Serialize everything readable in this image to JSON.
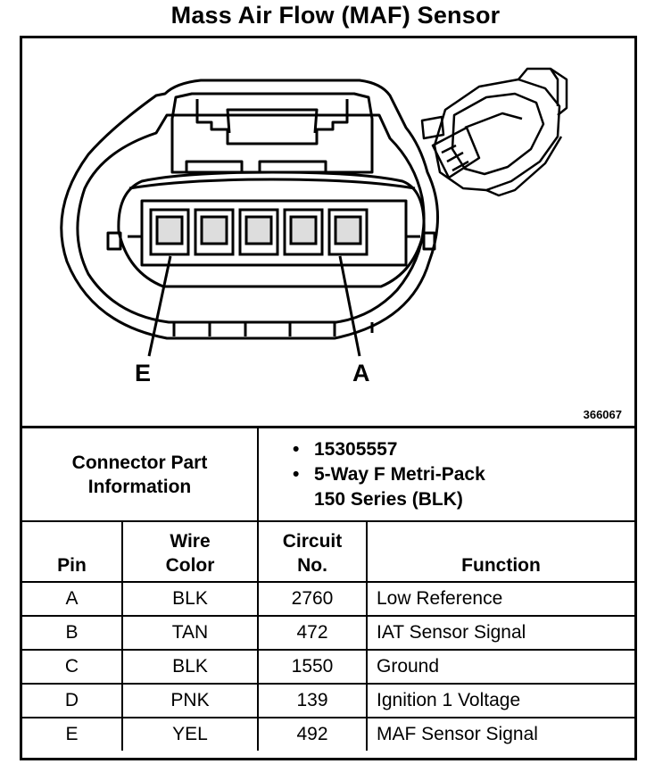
{
  "title": "Mass Air Flow (MAF) Sensor",
  "diagram": {
    "pin_label_left": "E",
    "pin_label_right": "A",
    "figure_number": "366067"
  },
  "connector_info": {
    "label_line1": "Connector Part",
    "label_line2": "Information",
    "part_number": "15305557",
    "desc_line1": "5-Way F Metri-Pack",
    "desc_line2": "150 Series (BLK)"
  },
  "table": {
    "headers": {
      "pin": "Pin",
      "wire_line1": "Wire",
      "wire_line2": "Color",
      "circuit_line1": "Circuit",
      "circuit_line2": "No.",
      "function": "Function"
    },
    "rows": [
      {
        "pin": "A",
        "wire": "BLK",
        "circuit": "2760",
        "function": "Low Reference"
      },
      {
        "pin": "B",
        "wire": "TAN",
        "circuit": "472",
        "function": "IAT Sensor Signal"
      },
      {
        "pin": "C",
        "wire": "BLK",
        "circuit": "1550",
        "function": "Ground"
      },
      {
        "pin": "D",
        "wire": "PNK",
        "circuit": "139",
        "function": "Ignition 1 Voltage"
      },
      {
        "pin": "E",
        "wire": "YEL",
        "circuit": "492",
        "function": "MAF Sensor Signal"
      }
    ]
  }
}
